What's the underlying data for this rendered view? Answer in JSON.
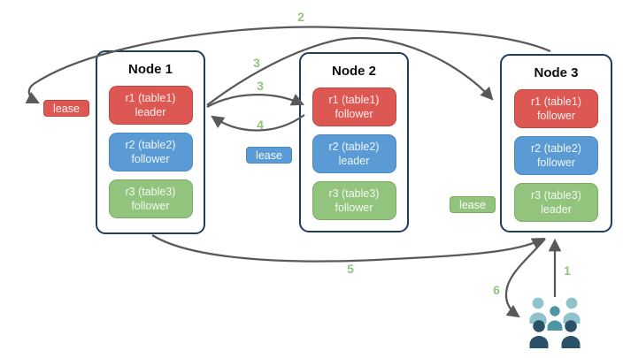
{
  "colors": {
    "replica_red": "#dd5853",
    "replica_red_border": "#c4443e",
    "replica_blue": "#5b9bd5",
    "replica_blue_border": "#4b89c4",
    "replica_green": "#93c47d",
    "replica_green_border": "#79ad62",
    "node_border": "#1f3d5c",
    "arrow_gray": "#595959",
    "step_label_green": "#93c47d",
    "users_light_teal": "#8fc3cb",
    "users_medium_teal": "#4e96a3",
    "users_dark_navy": "#2b5168"
  },
  "nodes": [
    {
      "title": "Node 1",
      "replicas": [
        {
          "label": "r1 (table1)",
          "role": "leader",
          "color": "red"
        },
        {
          "label": "r2 (table2)",
          "role": "follower",
          "color": "blue"
        },
        {
          "label": "r3 (table3)",
          "role": "follower",
          "color": "green"
        }
      ]
    },
    {
      "title": "Node 2",
      "replicas": [
        {
          "label": "r1 (table1)",
          "role": "follower",
          "color": "red"
        },
        {
          "label": "r2 (table2)",
          "role": "leader",
          "color": "blue"
        },
        {
          "label": "r3 (table3)",
          "role": "follower",
          "color": "green"
        }
      ]
    },
    {
      "title": "Node 3",
      "replicas": [
        {
          "label": "r1 (table1)",
          "role": "follower",
          "color": "red"
        },
        {
          "label": "r2 (table2)",
          "role": "follower",
          "color": "blue"
        },
        {
          "label": "r3 (table3)",
          "role": "leader",
          "color": "green"
        }
      ]
    }
  ],
  "leases": [
    {
      "label": "lease",
      "color": "red"
    },
    {
      "label": "lease",
      "color": "blue"
    },
    {
      "label": "lease",
      "color": "green"
    }
  ],
  "steps": [
    "1",
    "2",
    "3",
    "3",
    "4",
    "5",
    "6"
  ],
  "icons": {
    "users": "users-group-icon"
  }
}
